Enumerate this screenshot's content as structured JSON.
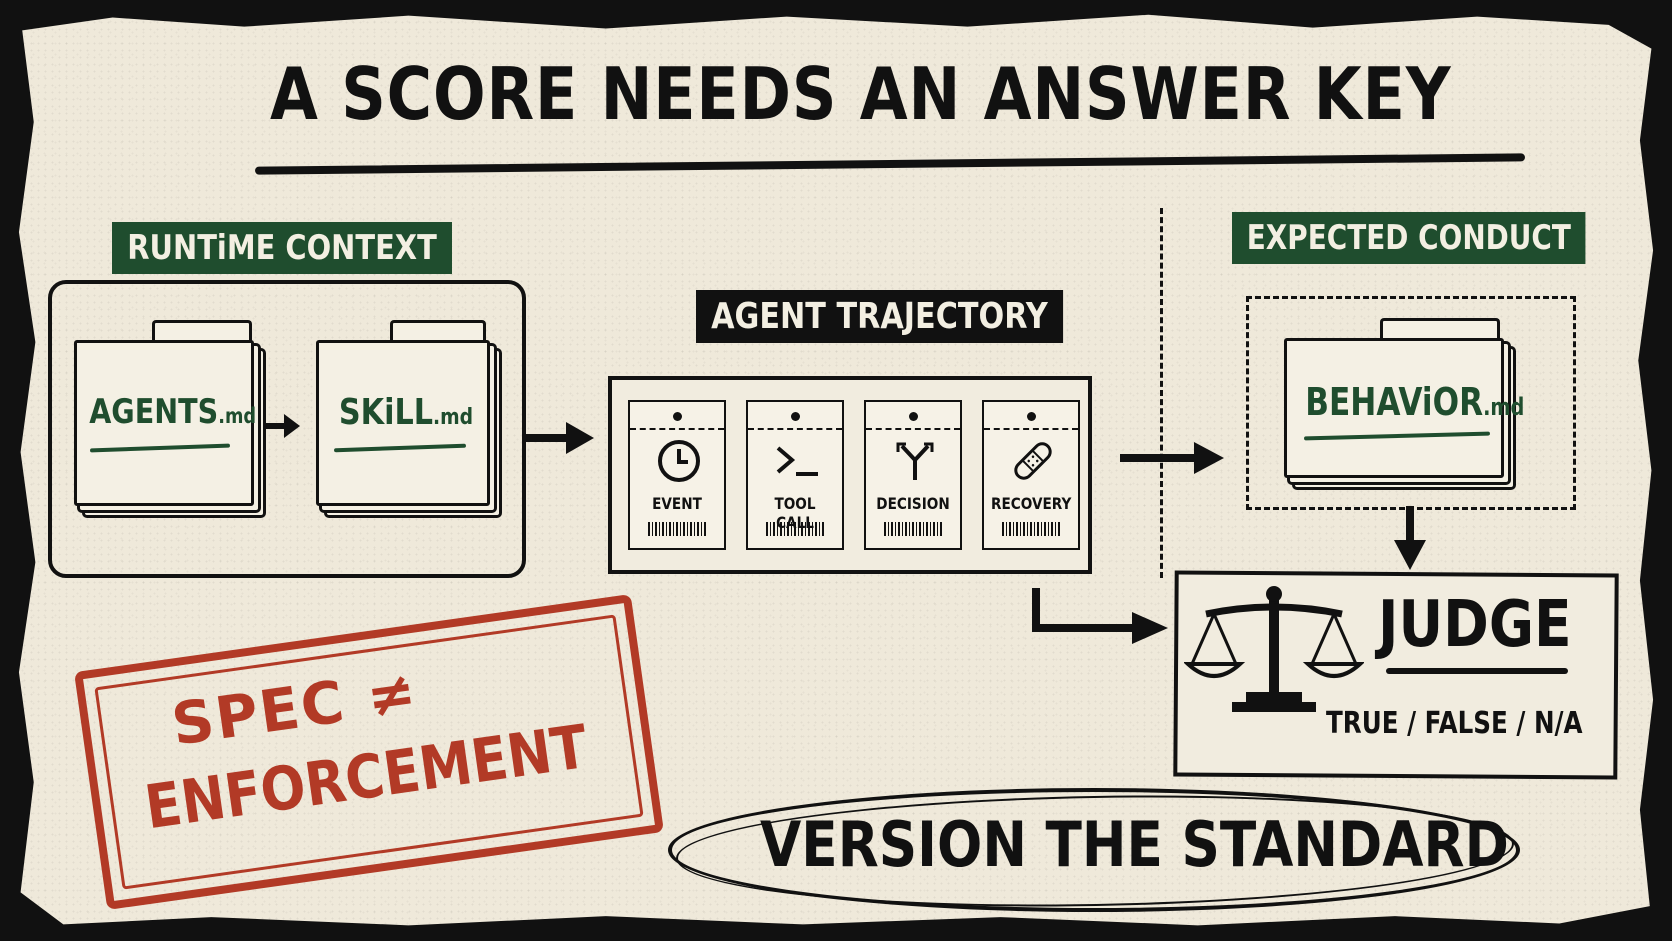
{
  "title": "A SCORE NEEDS AN ANSWER KEY",
  "runtime_context": {
    "label": "RUNTiME CONTEXT",
    "files": [
      {
        "name": "AGENTS",
        "ext": ".md"
      },
      {
        "name": "SKiLL",
        "ext": ".md"
      }
    ]
  },
  "agent_trajectory": {
    "label": "AGENT TRAJECTORY",
    "cards": [
      {
        "label": "EVENT",
        "icon": "clock-icon"
      },
      {
        "label": "TOOL CALL",
        "icon": "terminal-icon"
      },
      {
        "label": "DECISION",
        "icon": "branch-icon"
      },
      {
        "label": "RECOVERY",
        "icon": "bandage-icon"
      }
    ]
  },
  "expected_conduct": {
    "label": "EXPECTED CONDUCT",
    "file": {
      "name": "BEHAViOR",
      "ext": ".md"
    }
  },
  "judge": {
    "title": "JUDGE",
    "values": "TRUE / FALSE / N/A",
    "icon": "scales-icon"
  },
  "stamp": {
    "line1": "SPEC ≠",
    "line2": "ENFORCEMENT",
    "color": "#b23a26"
  },
  "footer": "VERSION THE STANDARD",
  "colors": {
    "green": "#1f4d2e",
    "ink": "#111111",
    "paper": "#efe9da",
    "stamp": "#b23a26"
  }
}
